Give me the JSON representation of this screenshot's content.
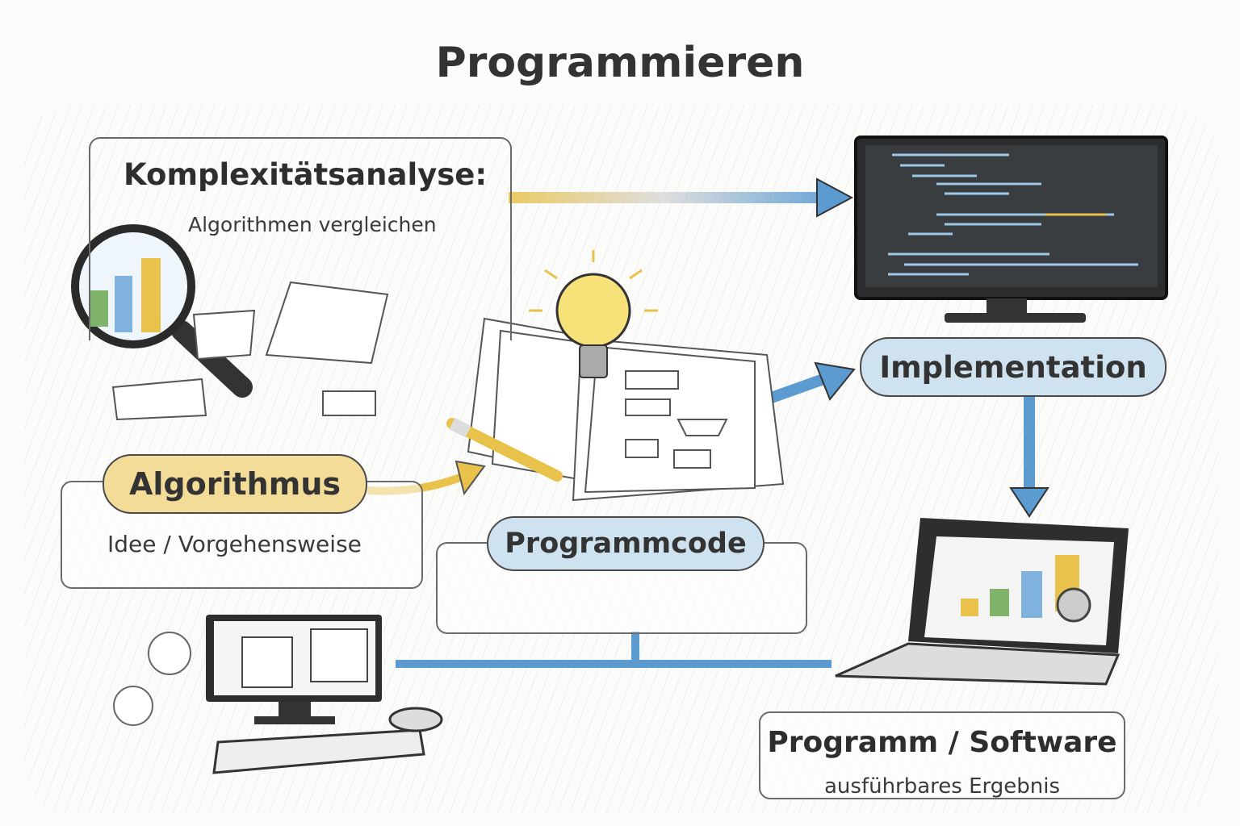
{
  "title": "Programmieren",
  "nodes": {
    "complexity": {
      "title": "Komplexitätsanalyse:",
      "subtitle": "Algorithmen vergleichen"
    },
    "algorithm": {
      "label": "Algorithmus",
      "subtitle": "Idee / Vorgehensweise"
    },
    "code": {
      "label": "Programmcode"
    },
    "implementation": {
      "label": "Implementation"
    },
    "software": {
      "title": "Programm / Software",
      "subtitle": "ausführbares Ergebnis"
    }
  },
  "colors": {
    "yellow": "#f2dc98",
    "blue": "#cfe2ef",
    "arrow_blue": "#5b9bd0",
    "arrow_yellow": "#e8c24a",
    "screen": "#2f3234"
  }
}
